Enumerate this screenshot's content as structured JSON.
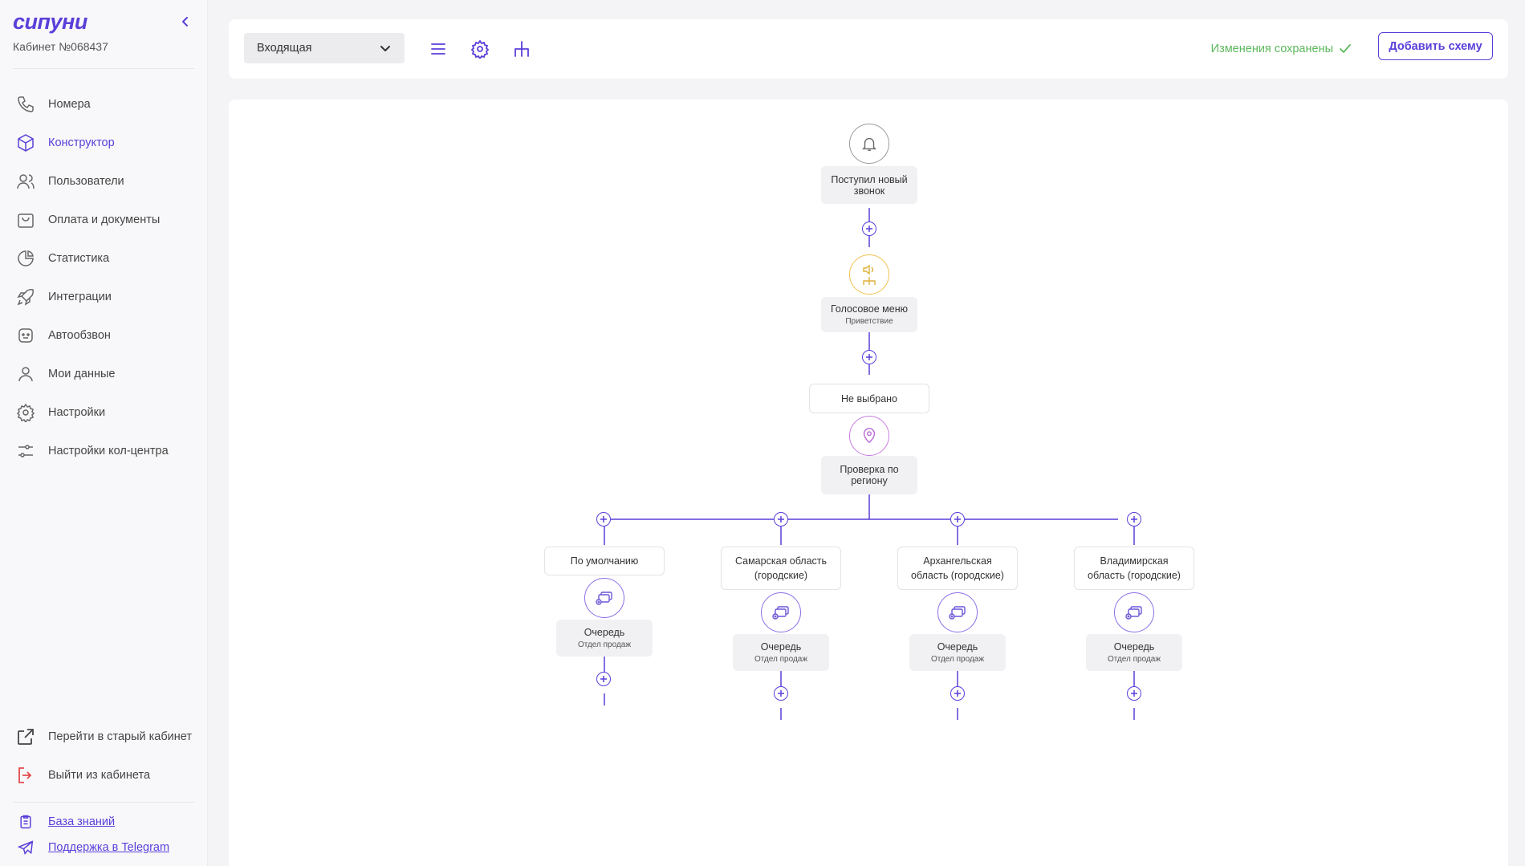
{
  "sidebar": {
    "logo": "сипуни",
    "cabinet": "Кабинет №068437",
    "items": [
      {
        "label": "Номера",
        "icon": "phone-icon"
      },
      {
        "label": "Конструктор",
        "icon": "cube-icon",
        "active": true
      },
      {
        "label": "Пользователи",
        "icon": "users-icon"
      },
      {
        "label": "Оплата и документы",
        "icon": "bag-icon"
      },
      {
        "label": "Статистика",
        "icon": "pie-chart-icon"
      },
      {
        "label": "Интеграции",
        "icon": "rocket-icon"
      },
      {
        "label": "Автообзвон",
        "icon": "robot-icon"
      },
      {
        "label": "Мои данные",
        "icon": "user-icon"
      },
      {
        "label": "Настройки",
        "icon": "gear-icon"
      },
      {
        "label": "Настройки кол-центра",
        "icon": "sliders-icon"
      }
    ],
    "old_cabinet": "Перейти в старый кабинет",
    "logout": "Выйти из кабинета",
    "knowledge_base": "База знаний",
    "telegram_support": "Поддержка в Telegram"
  },
  "toolbar": {
    "scheme_select": "Входящая",
    "saved_status": "Изменения сохранены",
    "add_scheme": "Добавить схему"
  },
  "flow": {
    "start": {
      "title": "Поступил новый звонок",
      "icon": "bell-icon"
    },
    "ivr": {
      "title": "Голосовое меню",
      "subtitle": "Приветствие",
      "icon": "speaker-icon"
    },
    "ivr_option": "Не выбрано",
    "region": {
      "title": "Проверка по региону",
      "icon": "location-pin-icon"
    },
    "branches": [
      {
        "label": "По умолчанию",
        "queue_title": "Очередь",
        "queue_subtitle": "Отдел продаж"
      },
      {
        "label": "Самарская область (городские)",
        "queue_title": "Очередь",
        "queue_subtitle": "Отдел продаж"
      },
      {
        "label": "Архангельская область (городские)",
        "queue_title": "Очередь",
        "queue_subtitle": "Отдел продаж"
      },
      {
        "label": "Владимирская область (городские)",
        "queue_title": "Очередь",
        "queue_subtitle": "Отдел продаж"
      }
    ]
  },
  "colors": {
    "accent": "#5b3fd9",
    "saved": "#5cb85c",
    "logout": "#e24a4a",
    "ivr": "#f0c24f",
    "region": "#c77ee0"
  }
}
